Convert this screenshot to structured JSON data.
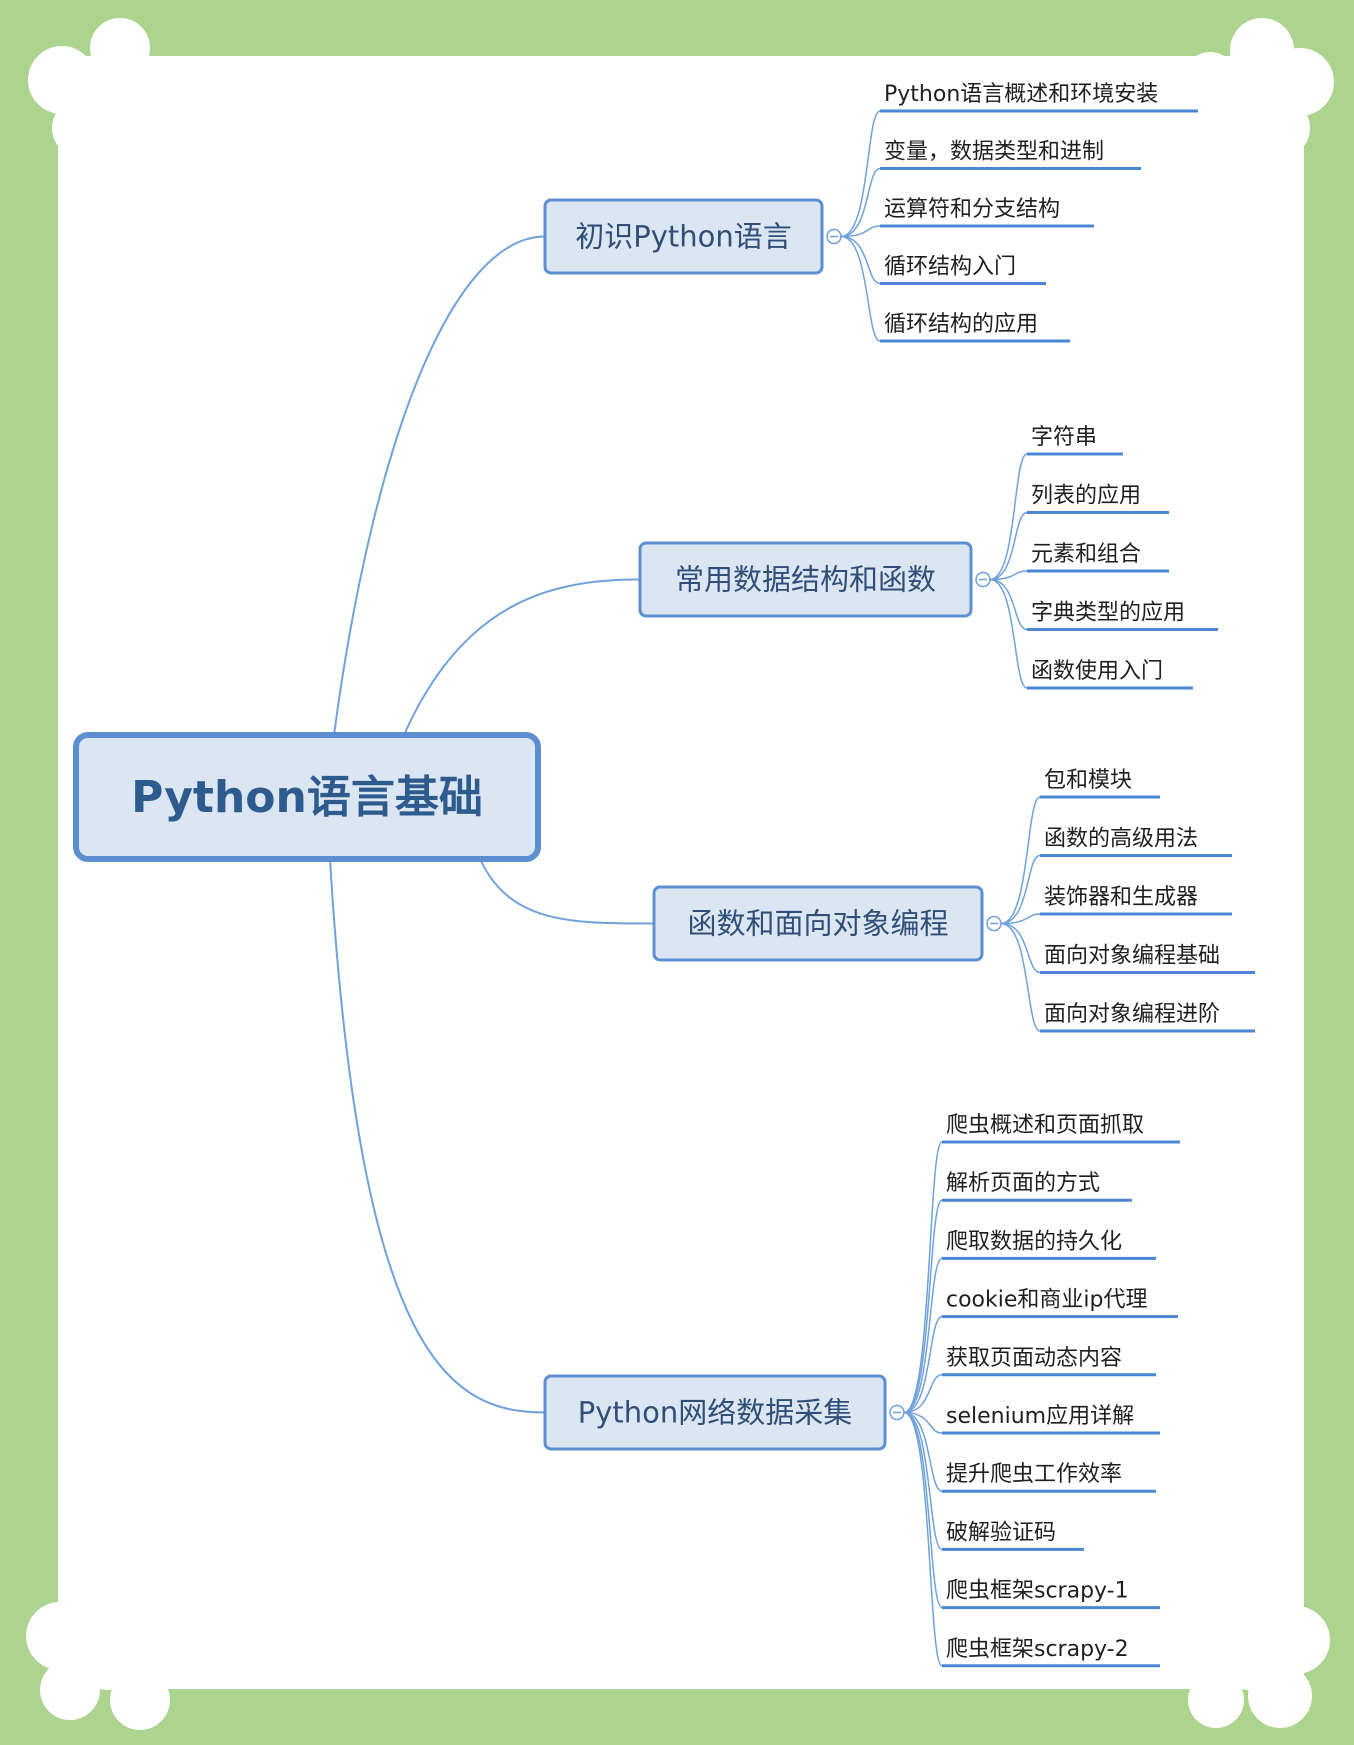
{
  "root": {
    "label": "Python语言基础"
  },
  "branches": [
    {
      "label": "初识Python语言",
      "children": [
        "Python语言概述和环境安装",
        "变量，数据类型和进制",
        "运算符和分支结构",
        "循环结构入门",
        "循环结构的应用"
      ]
    },
    {
      "label": "常用数据结构和函数",
      "children": [
        "字符串",
        "列表的应用",
        "元素和组合",
        "字典类型的应用",
        "函数使用入门"
      ]
    },
    {
      "label": "函数和面向对象编程",
      "children": [
        "包和模块",
        "函数的高级用法",
        "装饰器和生成器",
        "面向对象编程基础",
        "面向对象编程进阶"
      ]
    },
    {
      "label": "Python网络数据采集",
      "children": [
        "爬虫概述和页面抓取",
        "解析页面的方式",
        "爬取数据的持久化",
        "cookie和商业ip代理",
        "获取页面动态内容",
        "selenium应用详解",
        "提升爬虫工作效率",
        "破解验证码",
        "爬虫框架scrapy-1",
        "爬虫框架scrapy-2"
      ]
    }
  ],
  "colors": {
    "background": "#acd48f",
    "panel": "#ffffff",
    "node_fill": "#dce6f2",
    "node_border": "#5b8fd1",
    "connector": "#6fa1db",
    "leaf_underline": "#4a86d4"
  }
}
